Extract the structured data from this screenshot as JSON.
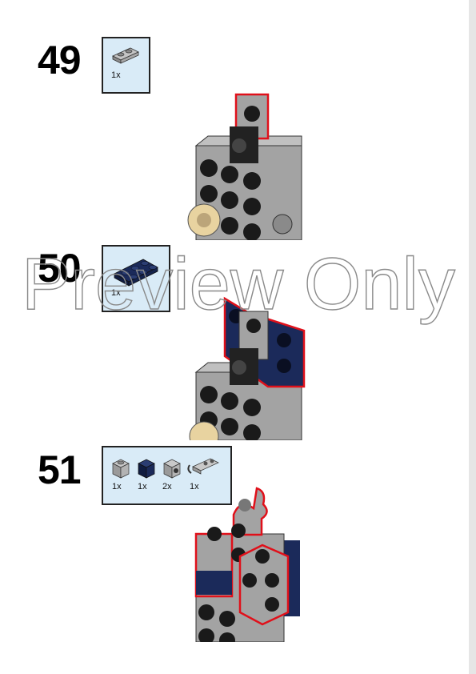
{
  "steps": [
    {
      "number": "49",
      "parts": [
        {
          "name": "plate 1x2 light gray",
          "qty": "1x"
        }
      ]
    },
    {
      "number": "50",
      "parts": [
        {
          "name": "plate 2x3 dark blue",
          "qty": "1x"
        }
      ]
    },
    {
      "number": "51",
      "parts": [
        {
          "name": "brick 1x1 light gray",
          "qty": "1x"
        },
        {
          "name": "brick 1x1 dark blue",
          "qty": "1x"
        },
        {
          "name": "brick 1x1 with stud on side",
          "qty": "2x"
        },
        {
          "name": "plate with clip",
          "qty": "1x"
        }
      ]
    }
  ],
  "watermark": {
    "text": "Preview Only"
  },
  "colors": {
    "panel": "#d9ebf7",
    "gray": "#a3a3a3",
    "dark_blue": "#1b2a5a",
    "highlight": "#e0101a",
    "tan": "#e8d3a0"
  }
}
